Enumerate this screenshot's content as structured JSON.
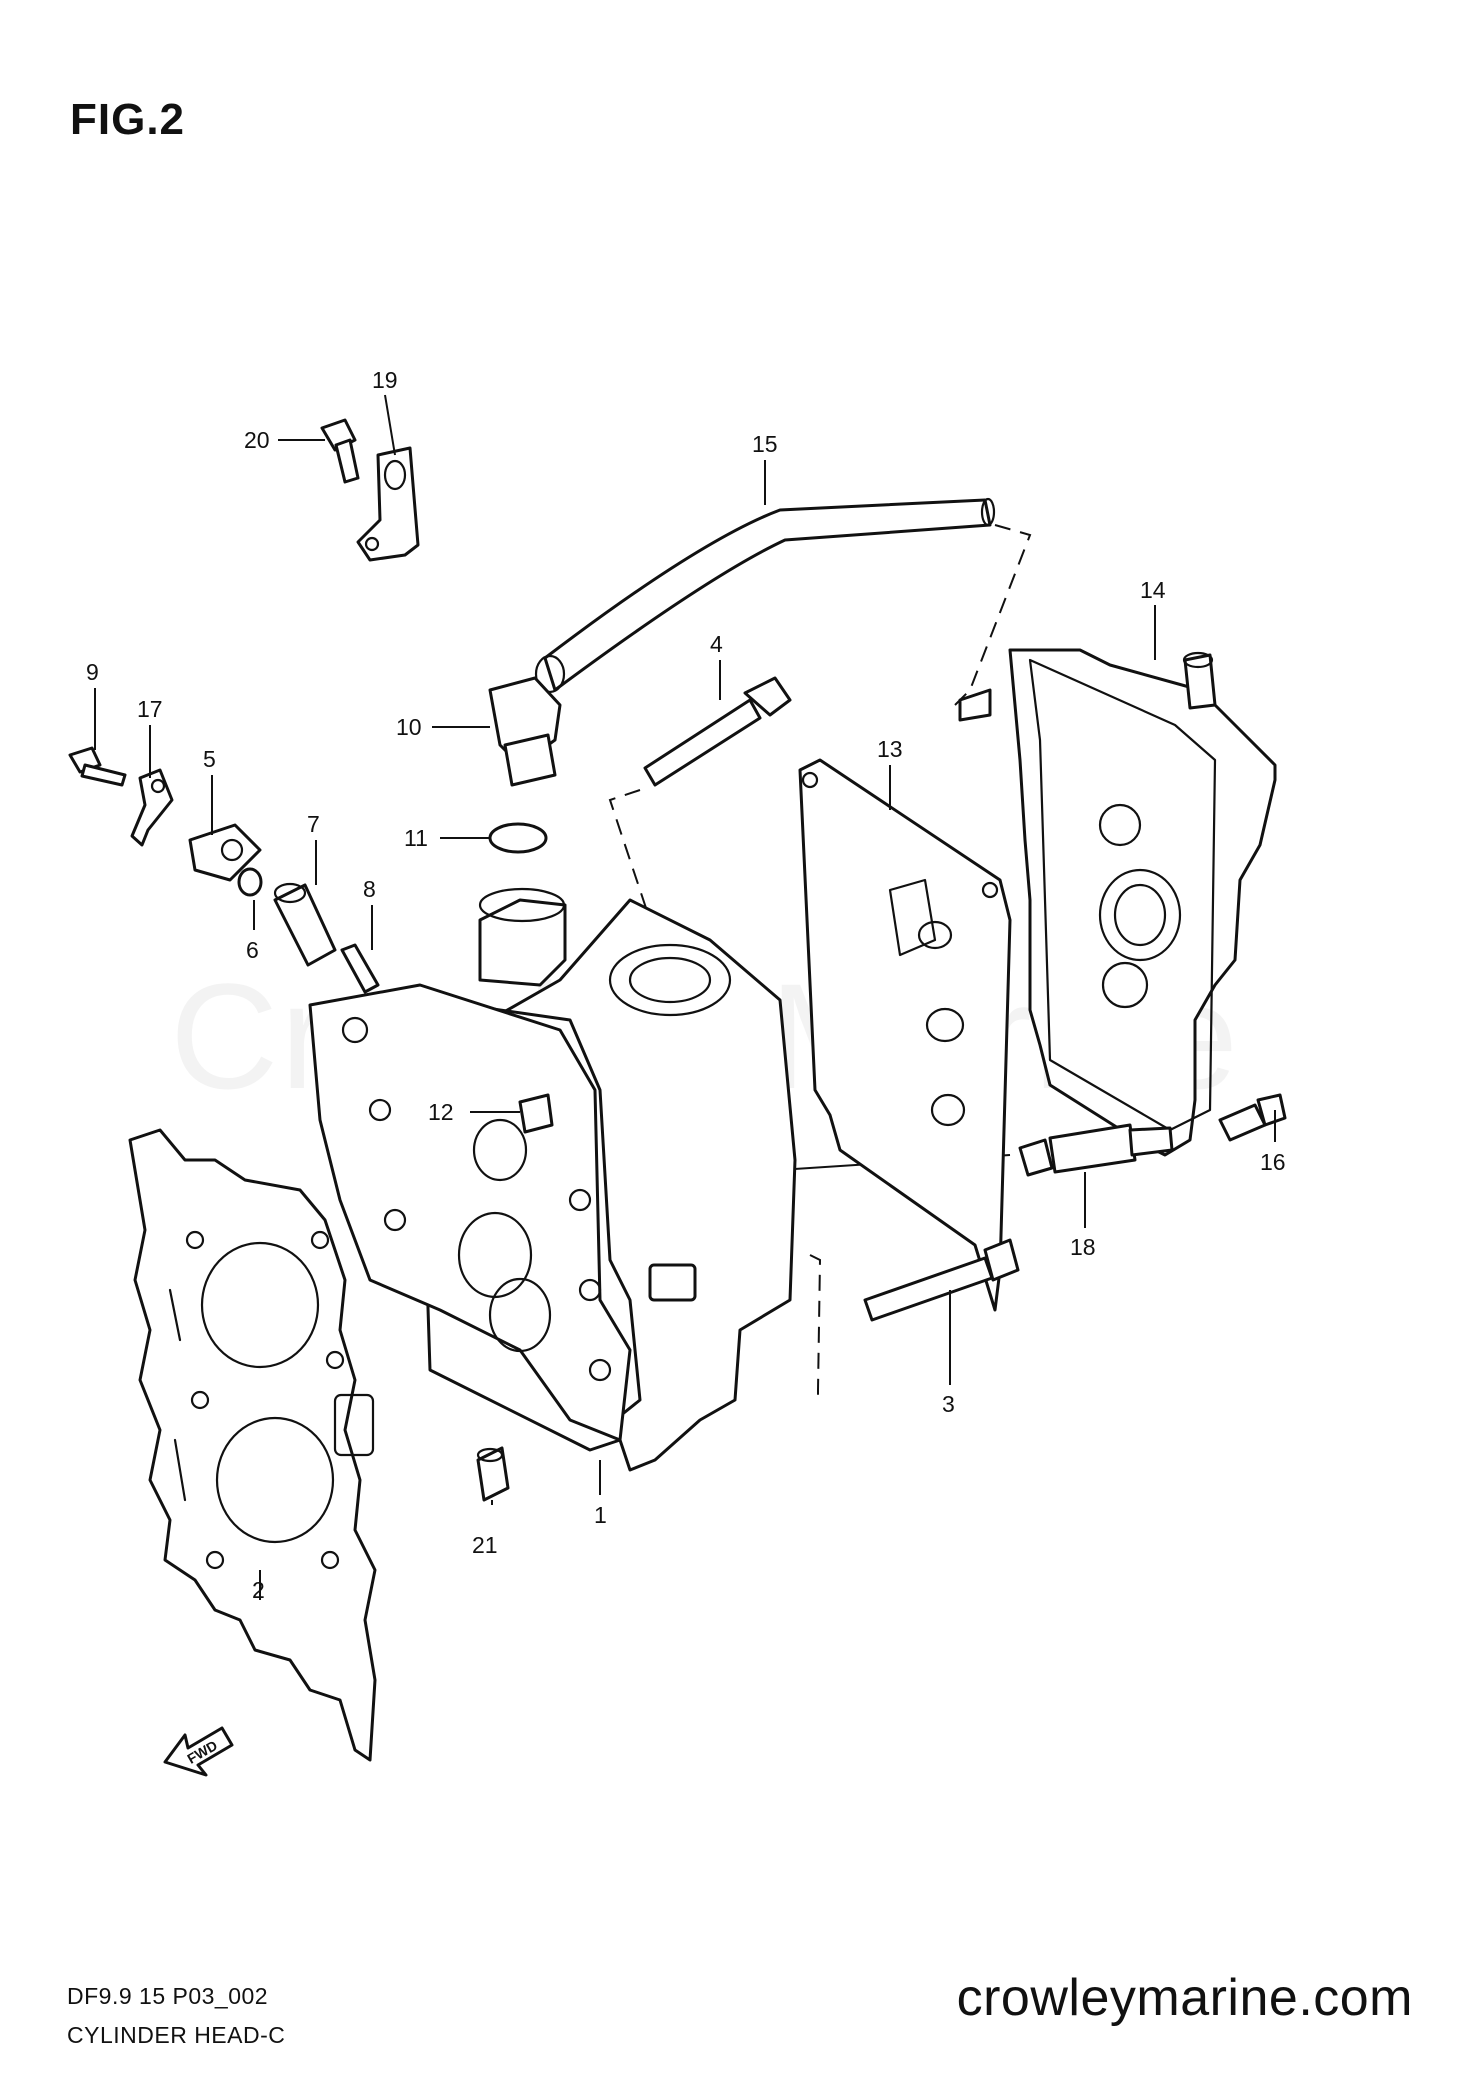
{
  "figure": {
    "title": "FIG.2"
  },
  "watermark": {
    "text": "Crowley Marine"
  },
  "callouts": [
    {
      "id": "1",
      "label": "1"
    },
    {
      "id": "2",
      "label": "2"
    },
    {
      "id": "3",
      "label": "3"
    },
    {
      "id": "4",
      "label": "4"
    },
    {
      "id": "5",
      "label": "5"
    },
    {
      "id": "6",
      "label": "6"
    },
    {
      "id": "7",
      "label": "7"
    },
    {
      "id": "8",
      "label": "8"
    },
    {
      "id": "9",
      "label": "9"
    },
    {
      "id": "10",
      "label": "10"
    },
    {
      "id": "11",
      "label": "11"
    },
    {
      "id": "12",
      "label": "12"
    },
    {
      "id": "13",
      "label": "13"
    },
    {
      "id": "14",
      "label": "14"
    },
    {
      "id": "15",
      "label": "15"
    },
    {
      "id": "16",
      "label": "16"
    },
    {
      "id": "17",
      "label": "17"
    },
    {
      "id": "18",
      "label": "18"
    },
    {
      "id": "19",
      "label": "19"
    },
    {
      "id": "20",
      "label": "20"
    },
    {
      "id": "21",
      "label": "21"
    }
  ],
  "fwd_arrow": {
    "label": "FWD",
    "icon": "fwd-arrow-icon"
  },
  "footer": {
    "diagram_code": "DF9.9 15 P03_002",
    "caption": "CYLINDER HEAD-C",
    "website": "crowleymarine.com"
  }
}
